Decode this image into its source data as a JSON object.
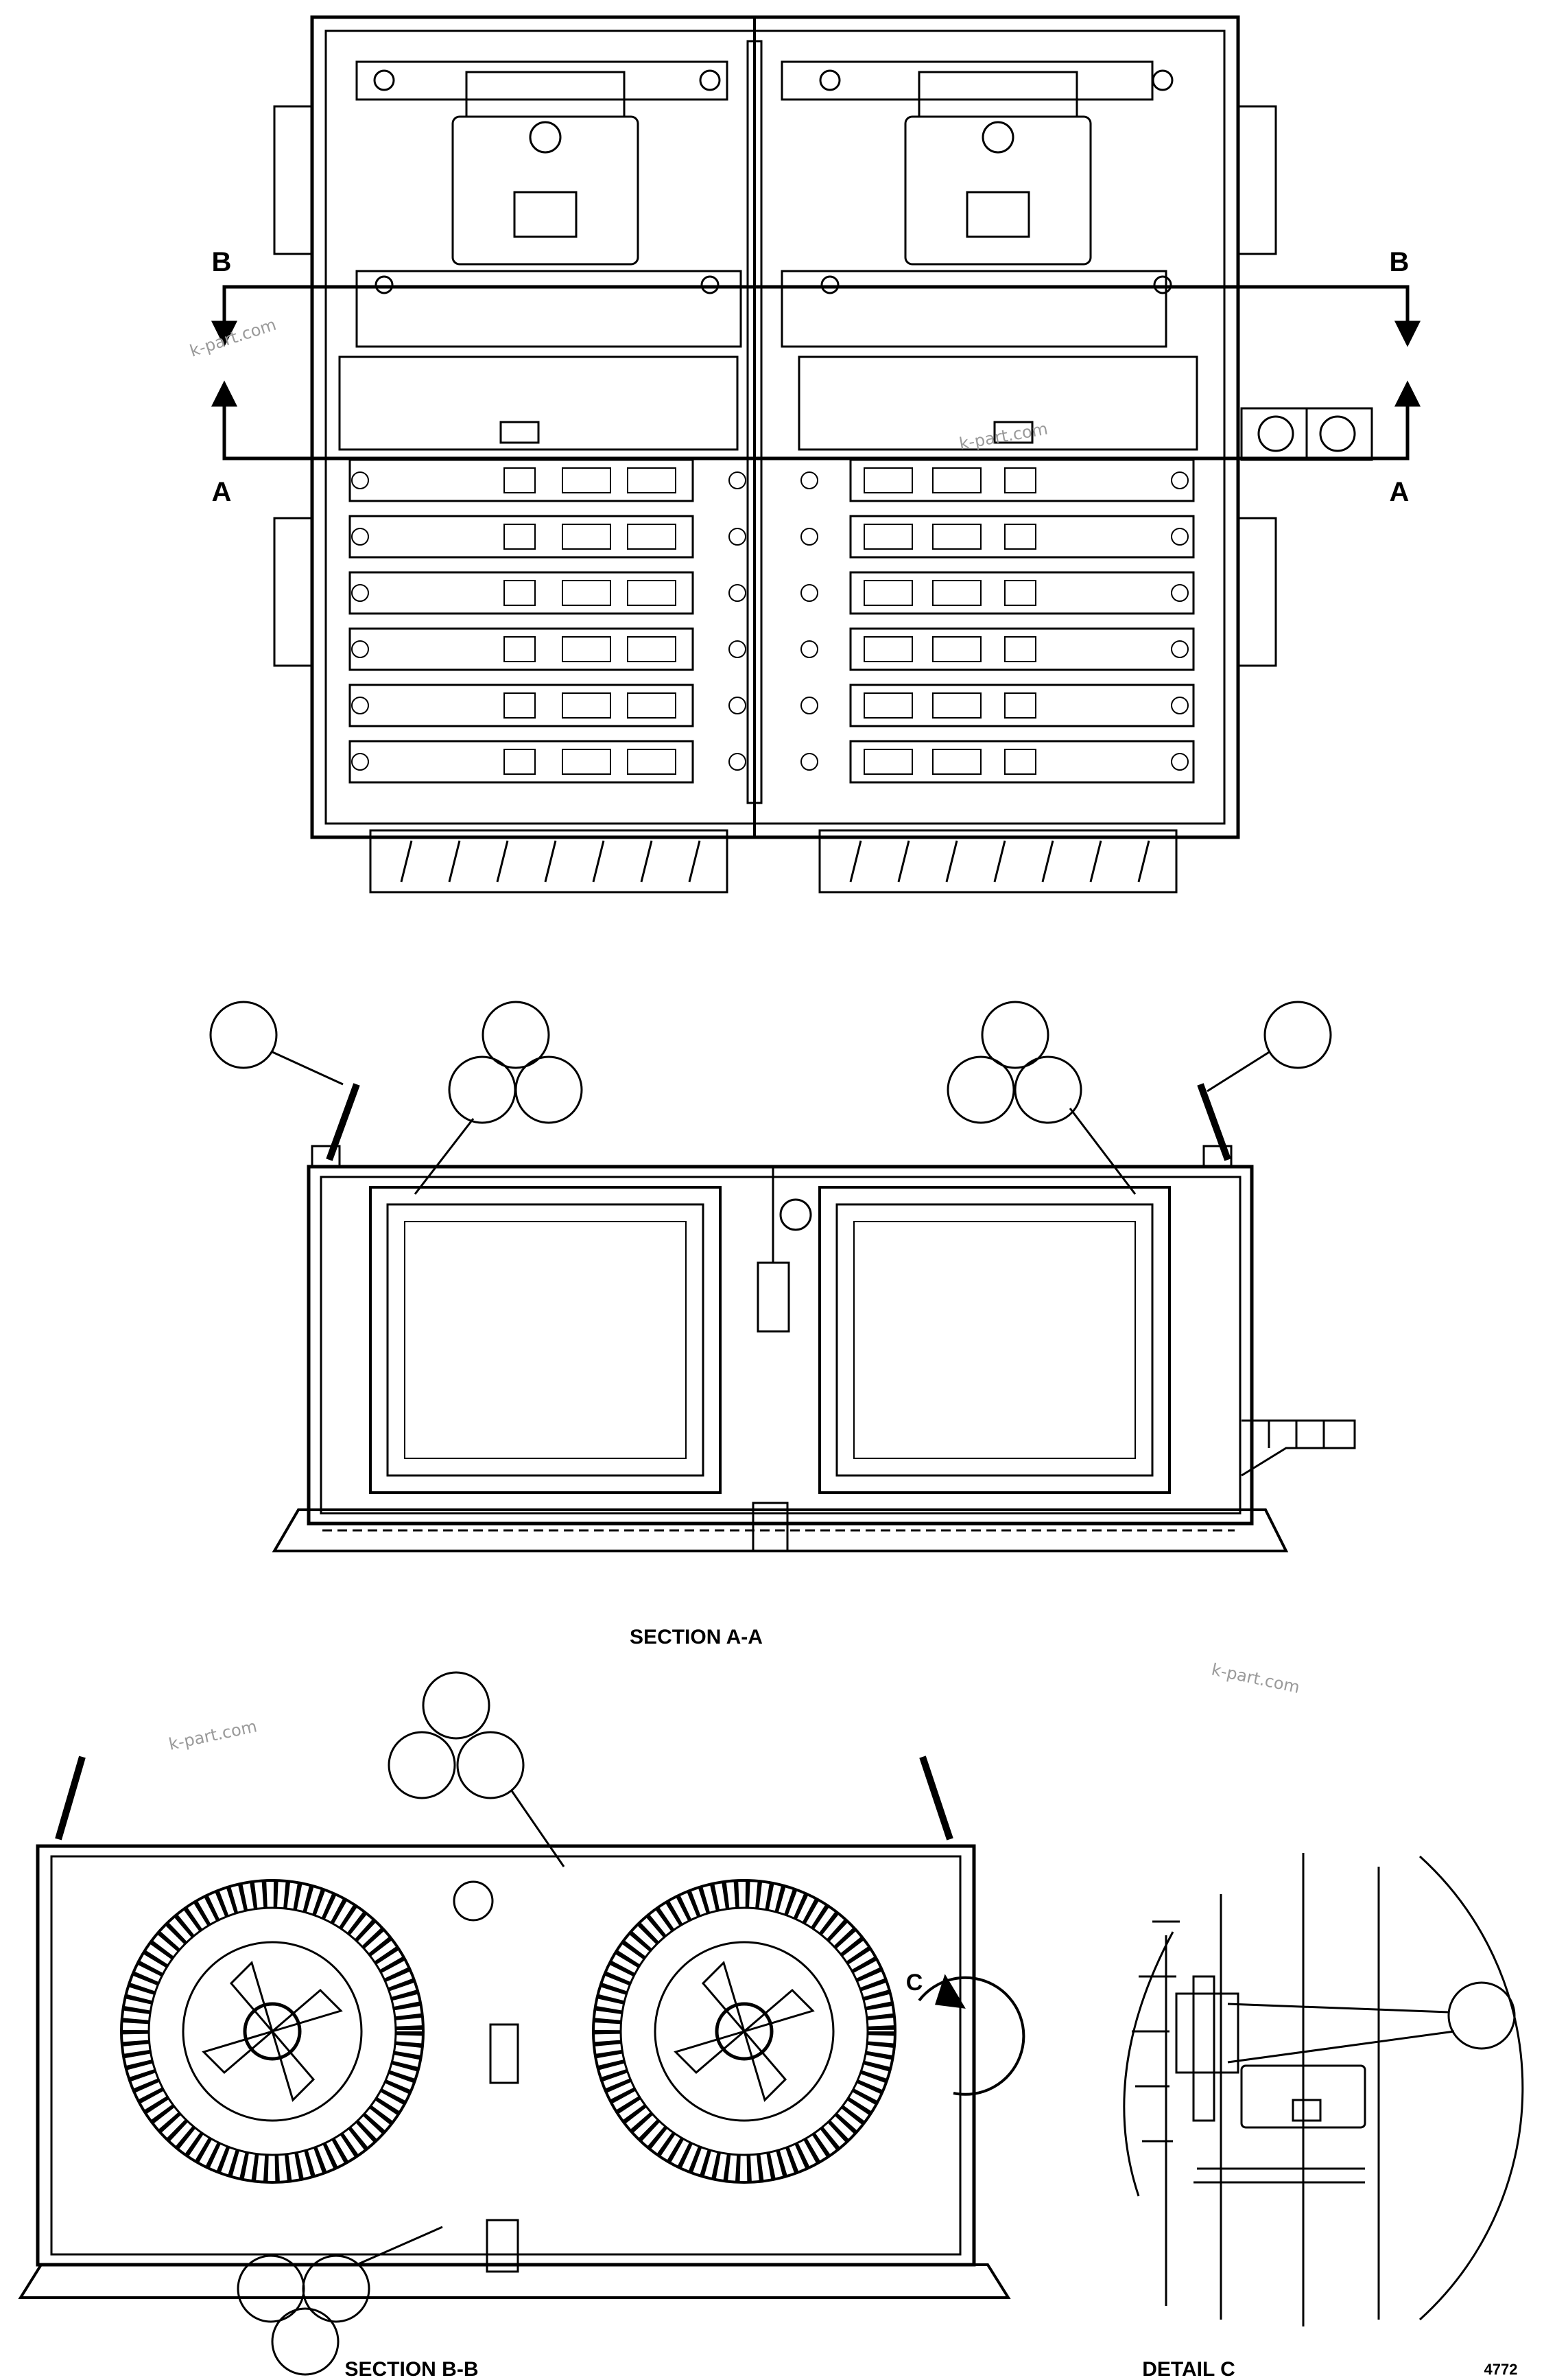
{
  "section_markers": {
    "b_left": "B",
    "b_right": "B",
    "a_left": "A",
    "a_right": "A",
    "detail_marker": "C"
  },
  "captions": {
    "section_a": "SECTION A-A",
    "section_b": "SECTION B-B",
    "detail_c": "DETAIL C"
  },
  "watermarks": [
    "k-part.com",
    "k-part.com",
    "k-part.com",
    "k-part.com"
  ],
  "callouts": {
    "section_a_left_single": "",
    "section_a_left_group": [
      "",
      "",
      ""
    ],
    "section_a_right_group": [
      "",
      "",
      ""
    ],
    "section_a_right_single": "",
    "section_b_top_group": [
      "",
      "",
      ""
    ],
    "section_b_bottom_group": [
      "",
      "",
      ""
    ],
    "detail_c_single": ""
  },
  "sheet_code": "4772"
}
